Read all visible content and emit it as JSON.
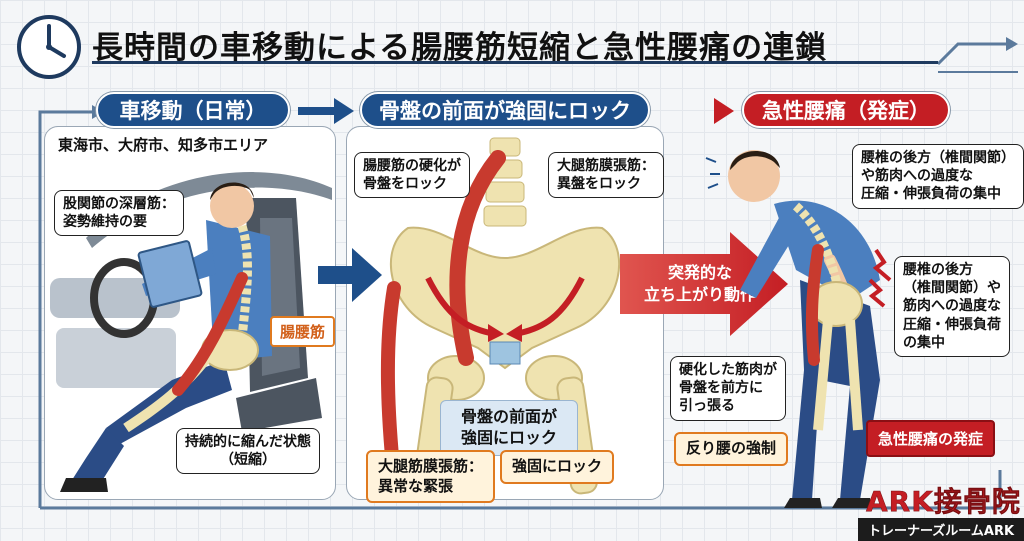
{
  "title": "長時間の車移動による腸腰筋短縮と急性腰痛の連鎖",
  "icons": {
    "clock": "clock-icon",
    "warning": "pain-spark-icon"
  },
  "colors": {
    "navy": "#1e4f8a",
    "red": "#c41e24",
    "orange": "#e07a1f",
    "bone": "#efe3b0",
    "muscle": "#c83a2e"
  },
  "panel1": {
    "header": "車移動（日常）",
    "area": "東海市、大府市、知多市エリア",
    "callout_deep_line1": "股関節の深層筋：",
    "callout_deep_line2": "姿勢維持の要",
    "muscle_tag": "腸腰筋",
    "callout_state_line1": "持続的に縮んだ状態",
    "callout_state_line2": "（短縮）"
  },
  "panel2": {
    "header": "骨盤の前面が強固にロック",
    "callout_iliopsoas_line1": "腸腰筋の硬化が",
    "callout_iliopsoas_line2": "骨盤をロック",
    "callout_tfl_line1": "大腿筋膜張筋：",
    "callout_tfl_line2": "異盤をロック",
    "center_line1": "骨盤の前面が",
    "center_line2": "強固にロック",
    "tfl_tension_line1": "大腿筋膜張筋：",
    "tfl_tension_line2": "異常な緊張",
    "lock_tag": "強固にロック"
  },
  "transition": {
    "line1": "突発的な",
    "line2": "立ち上がり動作"
  },
  "panel3": {
    "header": "急性腰痛（発症）",
    "callout_top_line1": "腰椎の後方（椎間関節）",
    "callout_top_line2": "や筋肉への過度な",
    "callout_top_line3": "圧縮・伸張負荷の集中",
    "callout_mid_line1": "腰椎の後方",
    "callout_mid_line2": "（椎間関節）や",
    "callout_mid_line3": "筋肉への過度な",
    "callout_mid_line4": "圧縮・伸張負荷",
    "callout_mid_line5": "の集中",
    "callout_pull_line1": "硬化した筋肉が",
    "callout_pull_line2": "骨盤を前方に",
    "callout_pull_line3": "引っ張る",
    "arch_label": "反り腰の強制",
    "onset_tag": "急性腰痛の発症"
  },
  "logo": {
    "main": "ARK接骨院",
    "sub": "トレーナーズルームARK"
  }
}
